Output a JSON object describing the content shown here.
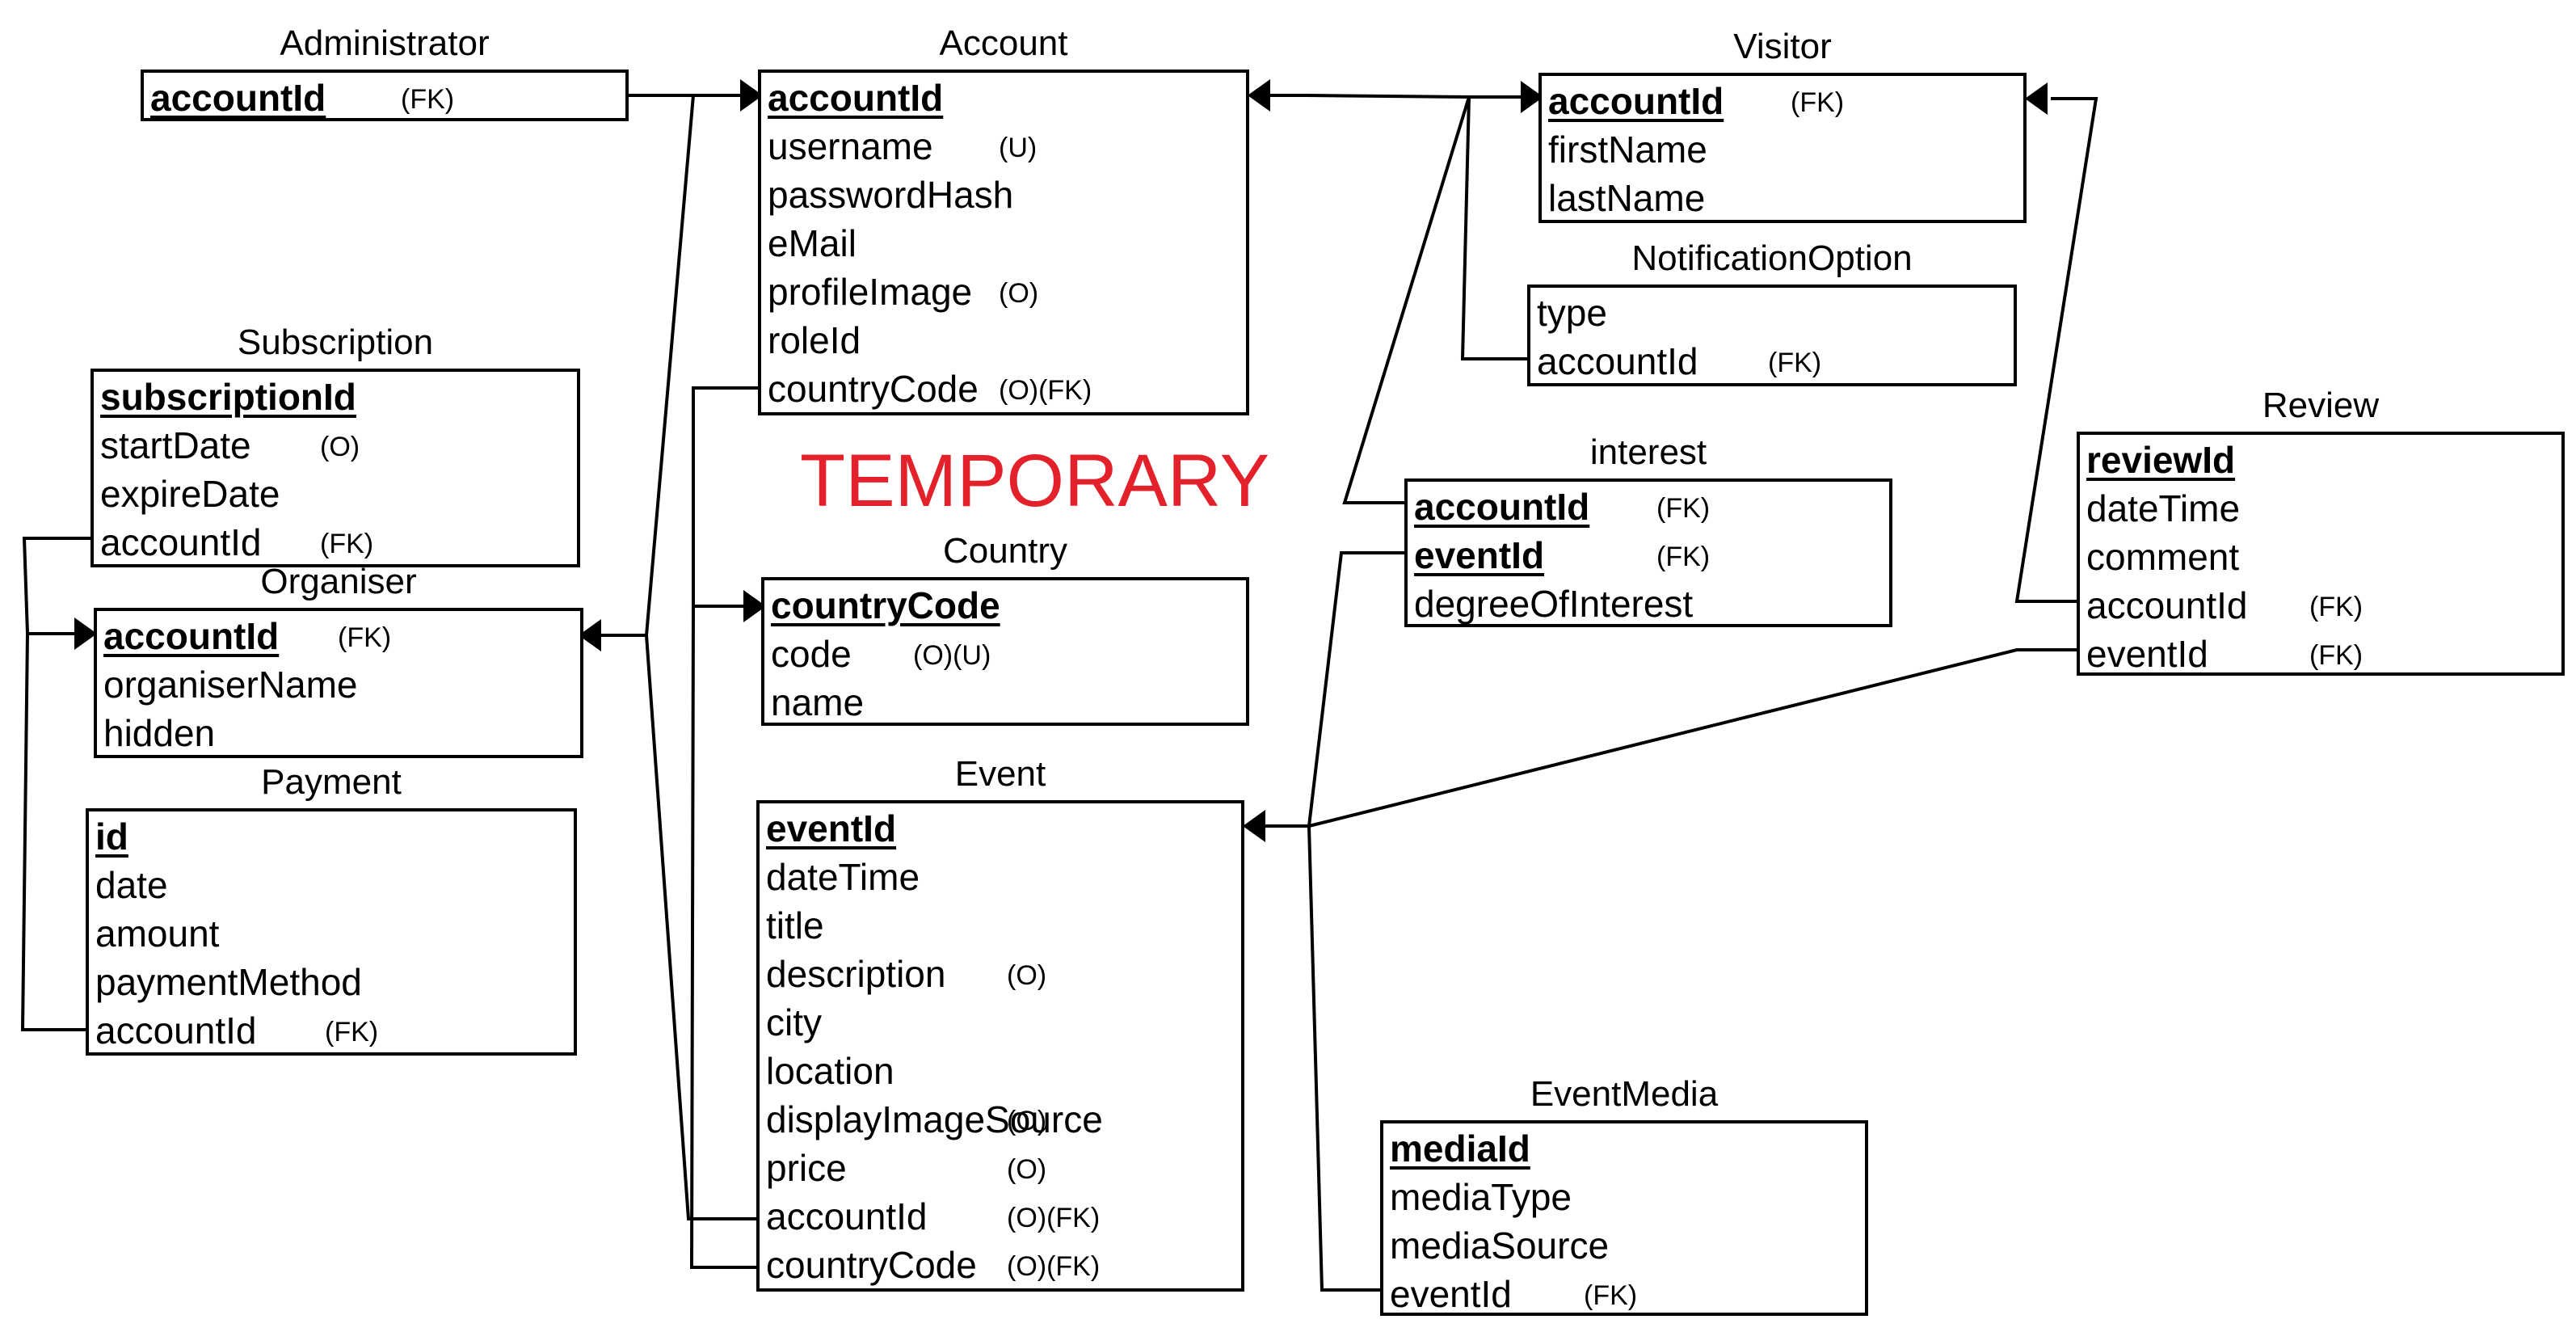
{
  "watermark": {
    "text": "TEMPORARY",
    "color": "#e3212b"
  },
  "entities": {
    "administrator": {
      "title": "Administrator",
      "attributes": [
        {
          "name": "accountId",
          "pk": true,
          "mod": "(FK)"
        }
      ]
    },
    "account": {
      "title": "Account",
      "attributes": [
        {
          "name": "accountId",
          "pk": true,
          "mod": ""
        },
        {
          "name": "username",
          "pk": false,
          "mod": "(U)"
        },
        {
          "name": "passwordHash",
          "pk": false,
          "mod": ""
        },
        {
          "name": "eMail",
          "pk": false,
          "mod": ""
        },
        {
          "name": "profileImage",
          "pk": false,
          "mod": "(O)"
        },
        {
          "name": "roleId",
          "pk": false,
          "mod": ""
        },
        {
          "name": "countryCode",
          "pk": false,
          "mod": "(O)(FK)"
        }
      ]
    },
    "visitor": {
      "title": "Visitor",
      "attributes": [
        {
          "name": "accountId",
          "pk": true,
          "mod": "(FK)"
        },
        {
          "name": "firstName",
          "pk": false,
          "mod": ""
        },
        {
          "name": "lastName",
          "pk": false,
          "mod": ""
        }
      ]
    },
    "notification_option": {
      "title": "NotificationOption",
      "attributes": [
        {
          "name": "type",
          "pk": false,
          "mod": ""
        },
        {
          "name": "accountId",
          "pk": false,
          "mod": "(FK)"
        }
      ]
    },
    "subscription": {
      "title": "Subscription",
      "attributes": [
        {
          "name": "subscriptionId",
          "pk": true,
          "mod": ""
        },
        {
          "name": "startDate",
          "pk": false,
          "mod": "(O)"
        },
        {
          "name": "expireDate",
          "pk": false,
          "mod": ""
        },
        {
          "name": "accountId",
          "pk": false,
          "mod": "(FK)"
        }
      ]
    },
    "organiser": {
      "title": "Organiser",
      "attributes": [
        {
          "name": "accountId",
          "pk": true,
          "mod": "(FK)"
        },
        {
          "name": "organiserName",
          "pk": false,
          "mod": ""
        },
        {
          "name": "hidden",
          "pk": false,
          "mod": ""
        }
      ]
    },
    "payment": {
      "title": "Payment",
      "attributes": [
        {
          "name": "id",
          "pk": true,
          "mod": ""
        },
        {
          "name": "date",
          "pk": false,
          "mod": ""
        },
        {
          "name": "amount",
          "pk": false,
          "mod": ""
        },
        {
          "name": "paymentMethod",
          "pk": false,
          "mod": ""
        },
        {
          "name": "accountId",
          "pk": false,
          "mod": "(FK)"
        }
      ]
    },
    "country": {
      "title": "Country",
      "attributes": [
        {
          "name": "countryCode",
          "pk": true,
          "mod": ""
        },
        {
          "name": "code",
          "pk": false,
          "mod": "(O)(U)"
        },
        {
          "name": "name",
          "pk": false,
          "mod": ""
        }
      ]
    },
    "interest": {
      "title": "interest",
      "attributes": [
        {
          "name": "accountId",
          "pk": true,
          "mod": "(FK)"
        },
        {
          "name": "eventId",
          "pk": true,
          "mod": "(FK)"
        },
        {
          "name": "degreeOfInterest",
          "pk": false,
          "mod": ""
        }
      ]
    },
    "review": {
      "title": "Review",
      "attributes": [
        {
          "name": "reviewId",
          "pk": true,
          "mod": ""
        },
        {
          "name": "dateTime",
          "pk": false,
          "mod": ""
        },
        {
          "name": "comment",
          "pk": false,
          "mod": ""
        },
        {
          "name": "accountId",
          "pk": false,
          "mod": "(FK)"
        },
        {
          "name": "eventId",
          "pk": false,
          "mod": "(FK)"
        }
      ]
    },
    "event": {
      "title": "Event",
      "attributes": [
        {
          "name": "eventId",
          "pk": true,
          "mod": ""
        },
        {
          "name": "dateTime",
          "pk": false,
          "mod": ""
        },
        {
          "name": "title",
          "pk": false,
          "mod": ""
        },
        {
          "name": "description",
          "pk": false,
          "mod": "(O)"
        },
        {
          "name": "city",
          "pk": false,
          "mod": ""
        },
        {
          "name": "location",
          "pk": false,
          "mod": ""
        },
        {
          "name": "displayImageSource",
          "pk": false,
          "mod": "(O)"
        },
        {
          "name": "price",
          "pk": false,
          "mod": "(O)"
        },
        {
          "name": "accountId",
          "pk": false,
          "mod": "(O)(FK)"
        },
        {
          "name": "countryCode",
          "pk": false,
          "mod": "(O)(FK)"
        }
      ]
    },
    "event_media": {
      "title": "EventMedia",
      "attributes": [
        {
          "name": "mediaId",
          "pk": true,
          "mod": ""
        },
        {
          "name": "mediaType",
          "pk": false,
          "mod": ""
        },
        {
          "name": "mediaSource",
          "pk": false,
          "mod": ""
        },
        {
          "name": "eventId",
          "pk": false,
          "mod": "(FK)"
        }
      ]
    }
  },
  "relationships": [
    {
      "from": "administrator.accountId",
      "to": "account.accountId"
    },
    {
      "from": "organiser.accountId",
      "to": "account.accountId"
    },
    {
      "from": "visitor.accountId",
      "to": "account.accountId"
    },
    {
      "from": "notification_option.accountId",
      "to": "visitor.accountId"
    },
    {
      "from": "interest.accountId",
      "to": "visitor.accountId"
    },
    {
      "from": "review.accountId",
      "to": "visitor.accountId"
    },
    {
      "from": "subscription.accountId",
      "to": "organiser.accountId"
    },
    {
      "from": "payment.accountId",
      "to": "organiser.accountId"
    },
    {
      "from": "account.countryCode",
      "to": "country.countryCode"
    },
    {
      "from": "event.countryCode",
      "to": "country.countryCode"
    },
    {
      "from": "event.accountId",
      "to": "organiser.accountId"
    },
    {
      "from": "interest.eventId",
      "to": "event.eventId"
    },
    {
      "from": "review.eventId",
      "to": "event.eventId"
    },
    {
      "from": "event_media.eventId",
      "to": "event.eventId"
    }
  ]
}
